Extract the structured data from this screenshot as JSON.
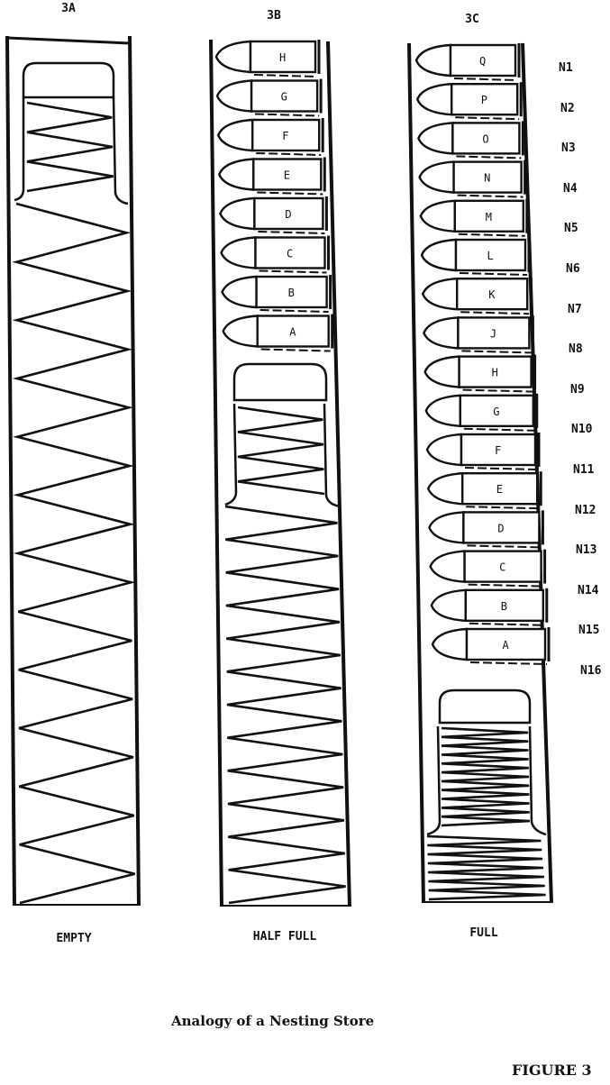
{
  "panels": [
    {
      "id": "3A",
      "label": "3A",
      "state": "EMPTY",
      "cartridges": []
    },
    {
      "id": "3B",
      "label": "3B",
      "state": "HALF FULL",
      "cartridges": [
        "H",
        "G",
        "F",
        "E",
        "D",
        "C",
        "B",
        "A"
      ]
    },
    {
      "id": "3C",
      "label": "3C",
      "state": "FULL",
      "cartridges": [
        "Q",
        "P",
        "O",
        "N",
        "M",
        "L",
        "K",
        "J",
        "H",
        "G",
        "F",
        "E",
        "D",
        "C",
        "B",
        "A"
      ]
    }
  ],
  "slot_labels": [
    "N1",
    "N2",
    "N3",
    "N4",
    "N5",
    "N6",
    "N7",
    "N8",
    "N9",
    "N10",
    "N11",
    "N12",
    "N13",
    "N14",
    "N15",
    "N16"
  ],
  "caption": "Analogy of a Nesting Store",
  "figure_label": "FIGURE 3",
  "colors": {
    "ink": "#111111",
    "paper": "#ffffff"
  }
}
